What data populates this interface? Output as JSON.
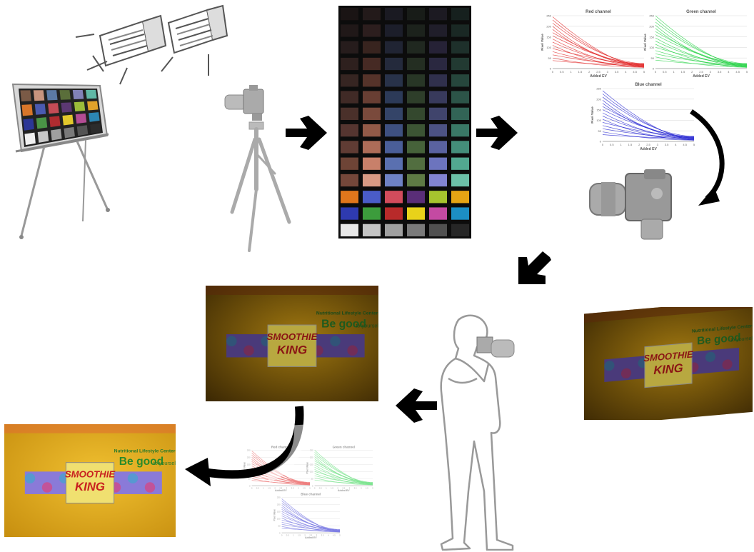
{
  "chart_data": [
    {
      "type": "line",
      "title": "Red channel",
      "xlabel": "Added EV",
      "ylabel": "Pixel Value",
      "x_ticks": [
        "0",
        "0.5",
        "1",
        "1.5",
        "2",
        "2.5",
        "3",
        "3.5",
        "4",
        "4.5",
        "5"
      ],
      "y_ticks": [
        "0",
        "50",
        "100",
        "150",
        "200",
        "250"
      ],
      "xlim": [
        0,
        5
      ],
      "ylim": [
        0,
        250
      ],
      "color": "#e02020",
      "series_start_values": [
        245,
        230,
        215,
        200,
        185,
        170,
        155,
        140,
        125,
        110,
        95,
        80,
        65,
        50,
        38
      ],
      "series_end_value_range": [
        5,
        25
      ]
    },
    {
      "type": "line",
      "title": "Green channel",
      "xlabel": "Added EV",
      "ylabel": "Pixel Value",
      "x_ticks": [
        "0",
        "0.5",
        "1",
        "1.5",
        "2",
        "2.5",
        "3",
        "3.5",
        "4",
        "4.5",
        "5"
      ],
      "y_ticks": [
        "0",
        "50",
        "100",
        "150",
        "200",
        "250"
      ],
      "xlim": [
        0,
        5
      ],
      "ylim": [
        0,
        250
      ],
      "color": "#20d040",
      "series_start_values": [
        250,
        235,
        220,
        205,
        190,
        175,
        160,
        145,
        130,
        115,
        100,
        85,
        70,
        55,
        40
      ],
      "series_end_value_range": [
        5,
        25
      ]
    },
    {
      "type": "line",
      "title": "Blue channel",
      "xlabel": "Added EV",
      "ylabel": "Pixel Value",
      "x_ticks": [
        "0",
        "0.5",
        "1",
        "1.5",
        "2",
        "2.5",
        "3",
        "3.5",
        "4",
        "4.5",
        "5"
      ],
      "y_ticks": [
        "0",
        "50",
        "100",
        "150",
        "200",
        "250"
      ],
      "xlim": [
        0,
        5
      ],
      "ylim": [
        0,
        250
      ],
      "color": "#2020d0",
      "series_start_values": [
        240,
        225,
        210,
        195,
        180,
        165,
        150,
        135,
        120,
        105,
        90,
        75,
        60,
        45,
        32
      ],
      "series_end_value_range": [
        5,
        25
      ]
    }
  ],
  "color_chart": {
    "dark_rows": [
      [
        "#1a1414",
        "#231a1a",
        "#1a1a22",
        "#181c18",
        "#1c1a22",
        "#16201e"
      ],
      [
        "#201818",
        "#2c1e1e",
        "#1c1e2a",
        "#1c221c",
        "#201e2a",
        "#1a2824"
      ],
      [
        "#261c1c",
        "#38241f",
        "#202433",
        "#202820",
        "#262236",
        "#1e302b"
      ],
      [
        "#2e201e",
        "#462a24",
        "#242a3c",
        "#242e22",
        "#2a2840",
        "#223a32"
      ],
      [
        "#362522",
        "#55332a",
        "#283249",
        "#283626",
        "#30304c",
        "#26463c"
      ],
      [
        "#402a26",
        "#683e33",
        "#2c3a58",
        "#2e3e2a",
        "#383a5c",
        "#2c5448"
      ],
      [
        "#4a302a",
        "#7a4a3c",
        "#344468",
        "#34482e",
        "#40446c",
        "#326456"
      ],
      [
        "#553530",
        "#925a48",
        "#3e5080",
        "#3c5434",
        "#4c5284",
        "#3a7866"
      ],
      [
        "#603c34",
        "#ad6c58",
        "#4a5e98",
        "#46623a",
        "#5a62a0",
        "#448e7a"
      ],
      [
        "#6e4436",
        "#c8806a",
        "#5a70b0",
        "#526e40",
        "#6c74be",
        "#52a890"
      ],
      [
        "#74473a",
        "#d89a84",
        "#6e82c4",
        "#5e7a44",
        "#8284d2",
        "#6cc0a8"
      ]
    ],
    "bright_rows": [
      [
        "#e0761c",
        "#4a5cc8",
        "#d24c5c",
        "#5a2e78",
        "#a6c42e",
        "#e6a414"
      ],
      [
        "#2e3ab0",
        "#3c9c3c",
        "#b82a2a",
        "#e8d21a",
        "#c44aa2",
        "#1c8ec4"
      ],
      [
        "#e8e8e8",
        "#c4c4c4",
        "#a0a0a0",
        "#7a7a7a",
        "#505050",
        "#262626"
      ]
    ]
  },
  "board_swatches": [
    "#7a5a46",
    "#c8947e",
    "#5c7aa6",
    "#5a6e3a",
    "#8282b8",
    "#60b8a6",
    "#d8762a",
    "#4a5ab0",
    "#c44c56",
    "#5c3872",
    "#9cbc3a",
    "#e0a22a",
    "#2c3696",
    "#4a9446",
    "#b02c30",
    "#e2c82c",
    "#b44c94",
    "#2c86b4",
    "#f0f0f0",
    "#c8c8c8",
    "#a0a0a0",
    "#7a7a7a",
    "#545454",
    "#2c2c2c"
  ],
  "scene": {
    "sign_word_1": "SMOOTHIE",
    "sign_word_2": "KING",
    "sign_tagline": "Nutritional Lifestyle Centers",
    "sign_motto_big": "Be good",
    "sign_motto_small": "to yourself"
  },
  "colors": {
    "chart_bg": "#ffffff",
    "grid": "#dddddd",
    "outline_gray": "#9a9a9a",
    "fill_gray": "#e8e8e8",
    "arrow": "#000000",
    "wall_dark": "#6a4a08",
    "wall_bright": "#e0b020"
  }
}
